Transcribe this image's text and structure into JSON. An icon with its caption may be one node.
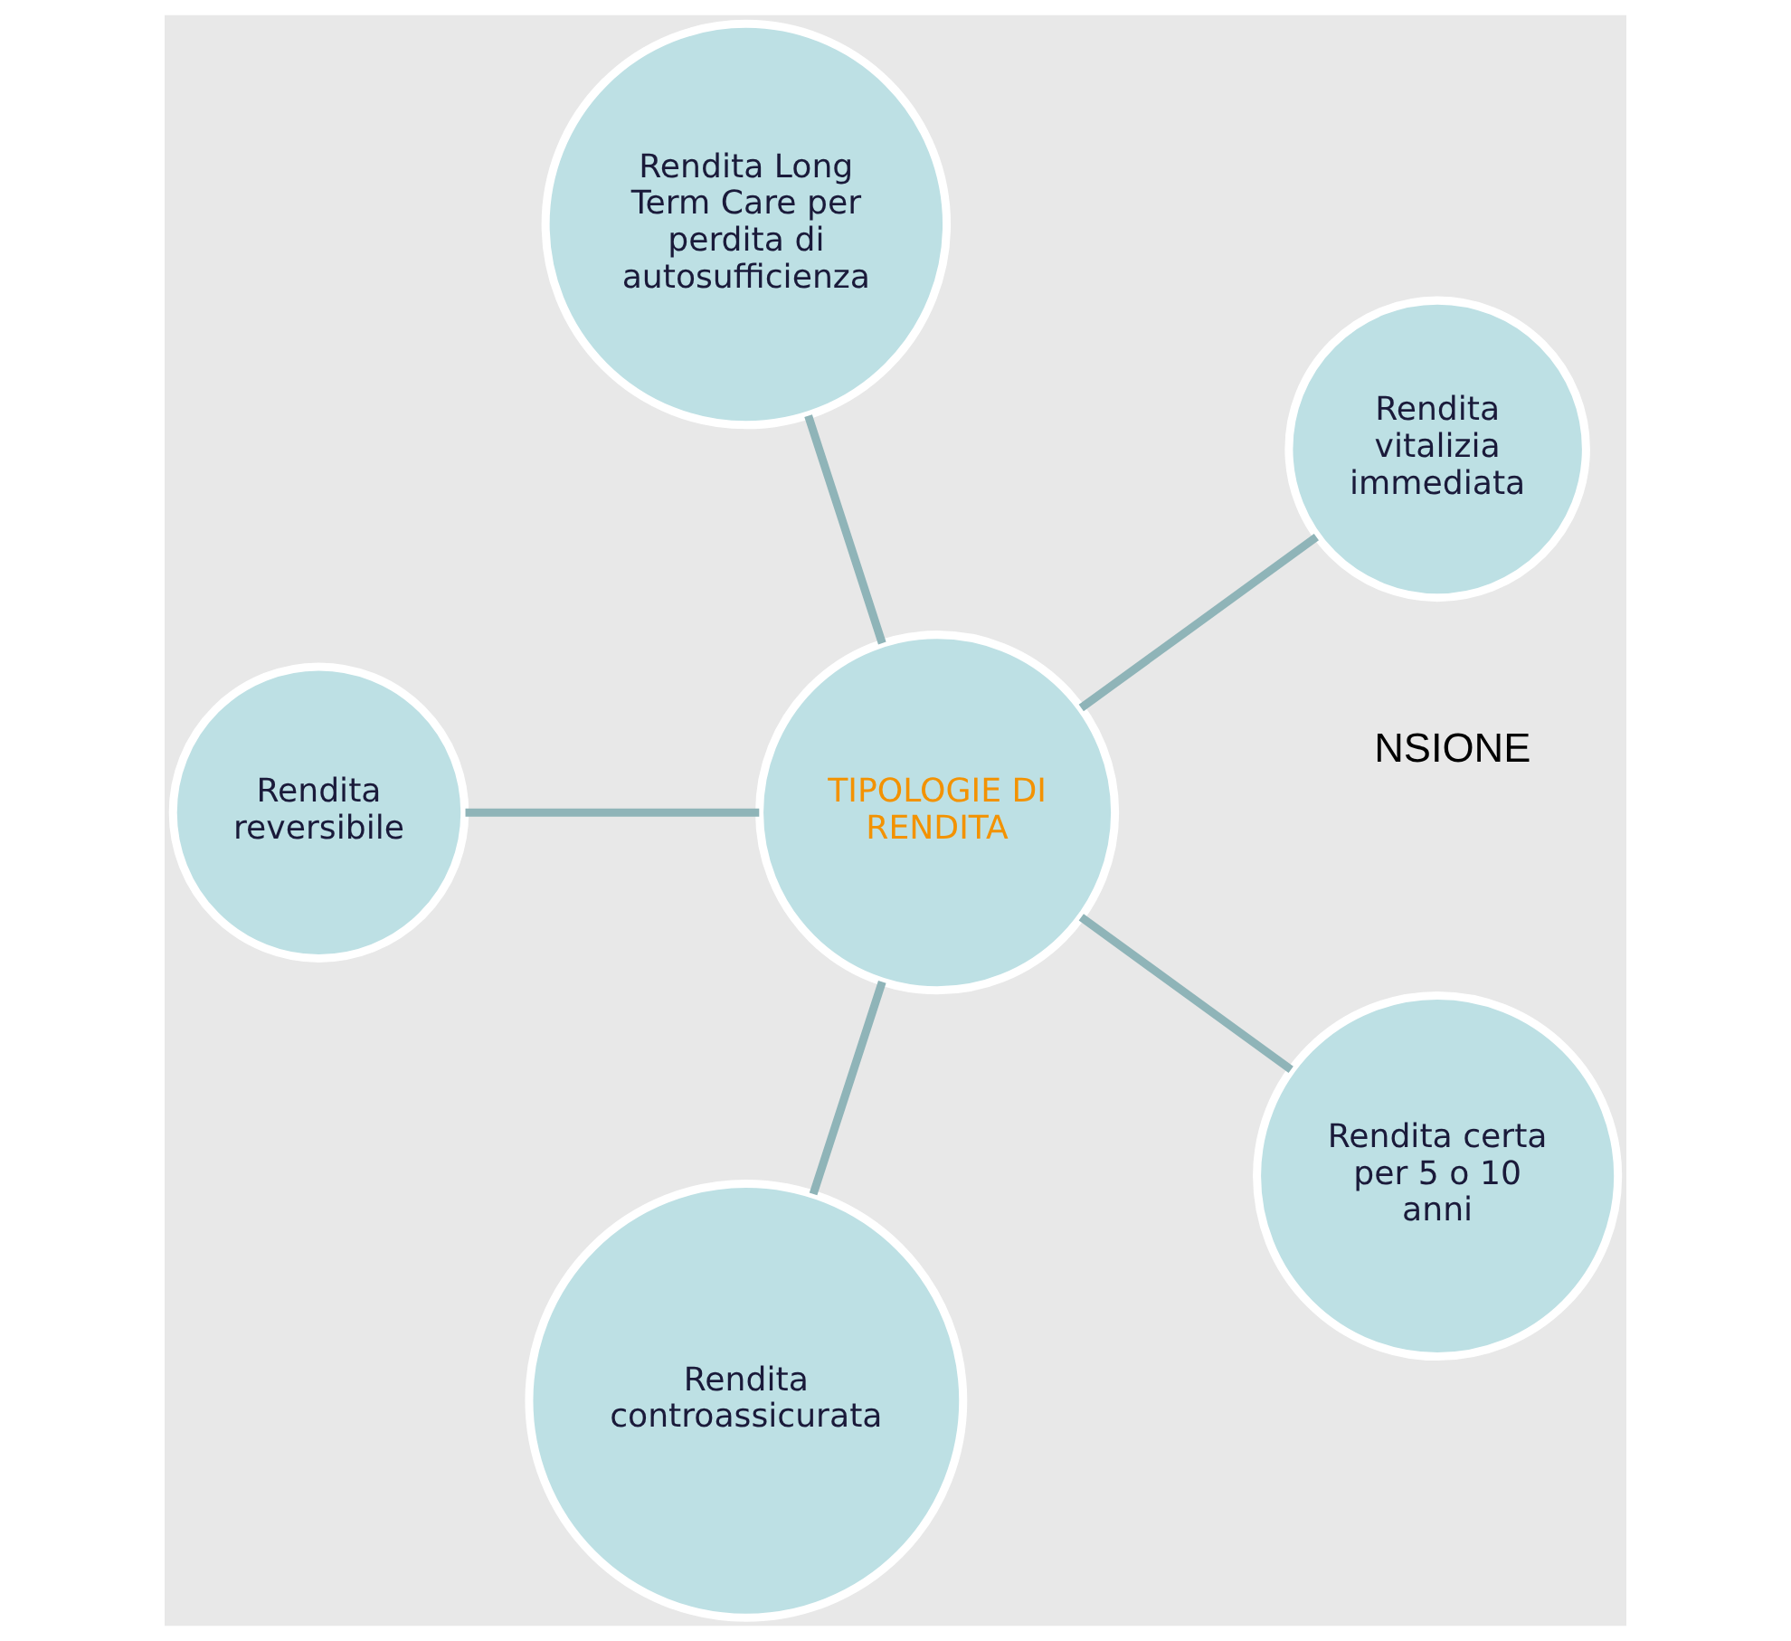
{
  "diagram": {
    "nodes": [
      {
        "text": [
          "Rendita vitalizia immediata"
        ]
      },
      {
        "text": [
          "Rendita Long Term Care per perdita di autosufficienza"
        ]
      },
      {
        "text": [
          "Rendita reversibile"
        ]
      },
      {
        "text": [
          "TIPOLOGIE DI RENDITA"
        ]
      },
      {
        "text": [
          "Rendita controassicurata"
        ]
      },
      {
        "text": [
          "Rendita certa per 5 o 10 anni"
        ]
      }
    ],
    "edges": [
      {
        "from": 3,
        "to": 0,
        "arrow": "none"
      },
      {
        "from": 3,
        "to": 1,
        "arrow": "none"
      },
      {
        "from": 3,
        "to": 2,
        "arrow": "none"
      },
      {
        "from": 3,
        "to": 4,
        "arrow": "none"
      },
      {
        "from": 3,
        "to": 5,
        "arrow": "none"
      }
    ],
    "labels": [
      "NSIONE"
    ]
  }
}
